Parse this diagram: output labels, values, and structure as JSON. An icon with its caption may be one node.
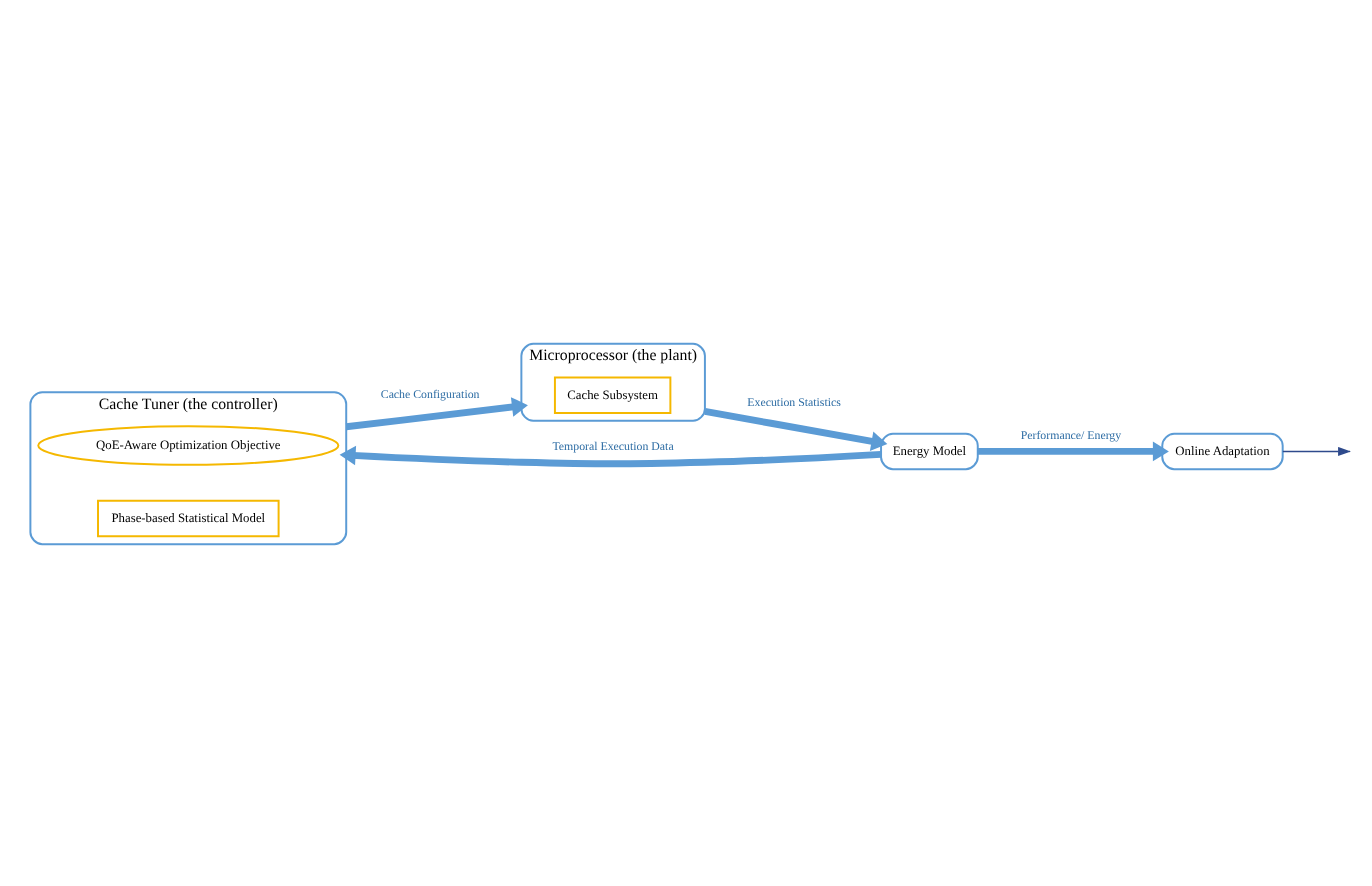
{
  "diagram": {
    "nodes": [
      {
        "text": [
          "Cache Tuner (the controller)"
        ]
      },
      {
        "text": [
          "QoE-Aware Optimization Objective"
        ],
        "in": 0
      },
      {
        "text": [
          "Phase-based Statistical Model"
        ],
        "in": 0
      },
      {
        "text": [
          "Microprocessor (the plant)"
        ]
      },
      {
        "text": [
          "Cache Subsystem"
        ],
        "in": 3
      },
      {
        "text": [
          "Energy Model"
        ]
      },
      {
        "text": [
          "Online Adaptation"
        ]
      }
    ],
    "edges": [
      {
        "from": 0,
        "to": 3,
        "arrow": "to",
        "label": "Cache Configuration"
      },
      {
        "from": 3,
        "to": 5,
        "arrow": "to",
        "label": "Execution Statistics"
      },
      {
        "from": 5,
        "to": 6,
        "arrow": "to",
        "label": "Performance/ Energy"
      },
      {
        "from": 5,
        "to": 0,
        "arrow": "to",
        "label": "Temporal Execution Data"
      },
      {
        "from": 6,
        "to": null,
        "arrow": "to",
        "color": "#2e4a8c"
      }
    ]
  }
}
